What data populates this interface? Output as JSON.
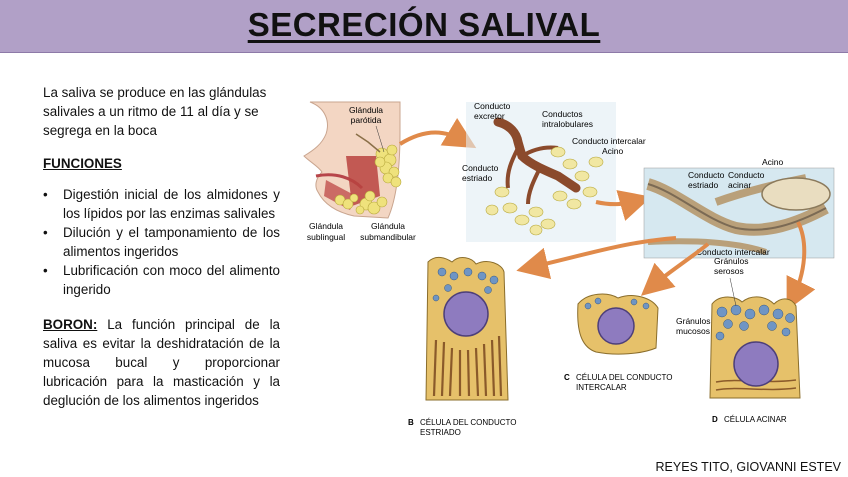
{
  "title": "SECRECIÓN SALIVAL",
  "intro": "La saliva se produce en las glándulas salivales a un ritmo de 11 al día y se segrega en la boca",
  "functions_heading": "FUNCIONES",
  "functions": [
    "Digestión inicial de los almidones y los lípidos por las enzimas salivales",
    "Dilución y el tamponamiento de los alimentos ingeridos",
    "Lubrificación con moco del alimento ingerido"
  ],
  "boron_label": "BORON:",
  "boron_text": " La función principal de la saliva es evitar la deshidratación de la mucosa bucal y proporcionar lubricación para la masticación y la deglución de los alimentos ingeridos",
  "credit": "REYES TITO, GIOVANNI ESTEV",
  "figure_labels": {
    "parotid": [
      "Glándula",
      "parótida"
    ],
    "sublingual": [
      "Glándula",
      "sublingual"
    ],
    "submandibular": [
      "Glándula",
      "submandibular"
    ],
    "excretory_duct": [
      "Conducto",
      "excretor"
    ],
    "intralobular_ducts": [
      "Conductos",
      "intralobulares"
    ],
    "intercalated_duct_top": "Conducto intercalar",
    "acinus_top": "Acino",
    "striated_duct": [
      "Conducto",
      "estriado"
    ],
    "acinus_right": "Acino",
    "striated_duct_right": [
      "Conducto",
      "estriado"
    ],
    "acinar_duct": [
      "Conducto",
      "acinar"
    ],
    "intercalated_duct_right": "Conducto intercalar",
    "serous_granules": [
      "Gránulos",
      "serosos"
    ],
    "mucous_granules": [
      "Gránulos",
      "mucosos"
    ],
    "panel_b_letter": "B",
    "panel_b": [
      "CÉLULA DEL CONDUCTO",
      "ESTRIADO"
    ],
    "panel_c_letter": "C",
    "panel_c": [
      "CÉLULA DEL CONDUCTO",
      "INTERCALAR"
    ],
    "panel_d_letter": "D",
    "panel_d": "CÉLULA ACINAR"
  },
  "colors": {
    "title_bar": "#b1a0c7",
    "nucleus": "#8e7bbf",
    "cytoplasm": "#e9c76a",
    "arrow": "#e08a4a",
    "inset_background": "#d6e8f0"
  }
}
